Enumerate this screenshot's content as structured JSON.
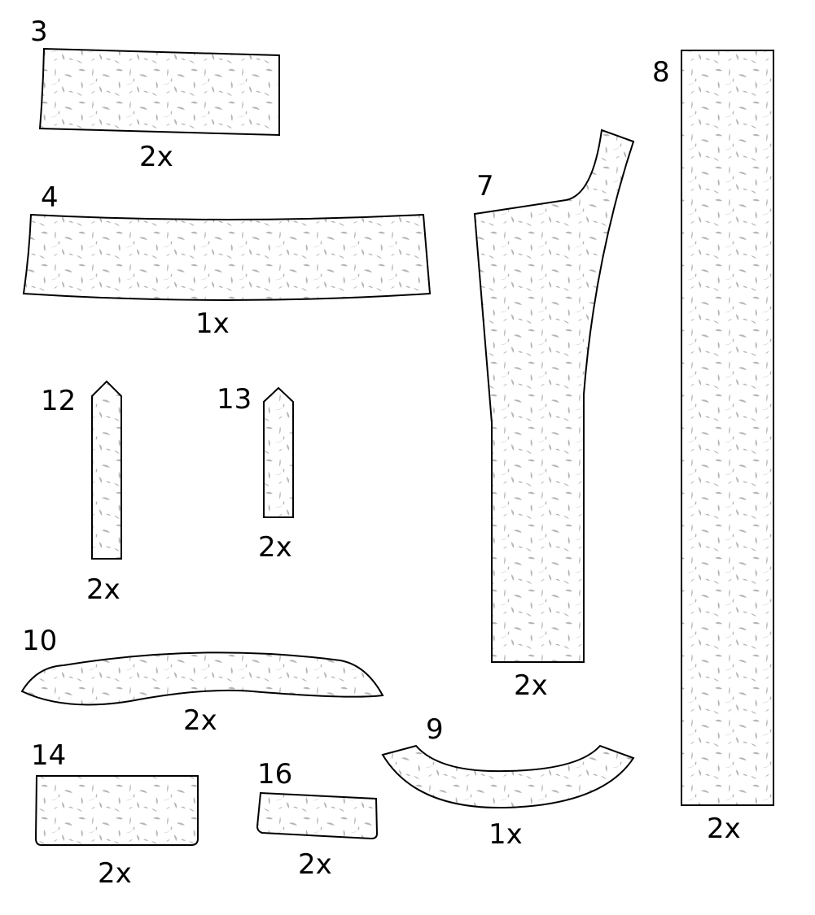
{
  "colors": {
    "outline": "#000000",
    "fabric_base": "#ffffff",
    "fabric_fleck": "#b5b5b5"
  },
  "pieces": [
    {
      "id": "piece-3",
      "number": "3",
      "quantity": "2x"
    },
    {
      "id": "piece-4",
      "number": "4",
      "quantity": "1x"
    },
    {
      "id": "piece-7",
      "number": "7",
      "quantity": "2x"
    },
    {
      "id": "piece-8",
      "number": "8",
      "quantity": "2x"
    },
    {
      "id": "piece-12",
      "number": "12",
      "quantity": "2x"
    },
    {
      "id": "piece-13",
      "number": "13",
      "quantity": "2x"
    },
    {
      "id": "piece-10",
      "number": "10",
      "quantity": "2x"
    },
    {
      "id": "piece-9",
      "number": "9",
      "quantity": "1x"
    },
    {
      "id": "piece-14",
      "number": "14",
      "quantity": "2x"
    },
    {
      "id": "piece-16",
      "number": "16",
      "quantity": "2x"
    }
  ]
}
